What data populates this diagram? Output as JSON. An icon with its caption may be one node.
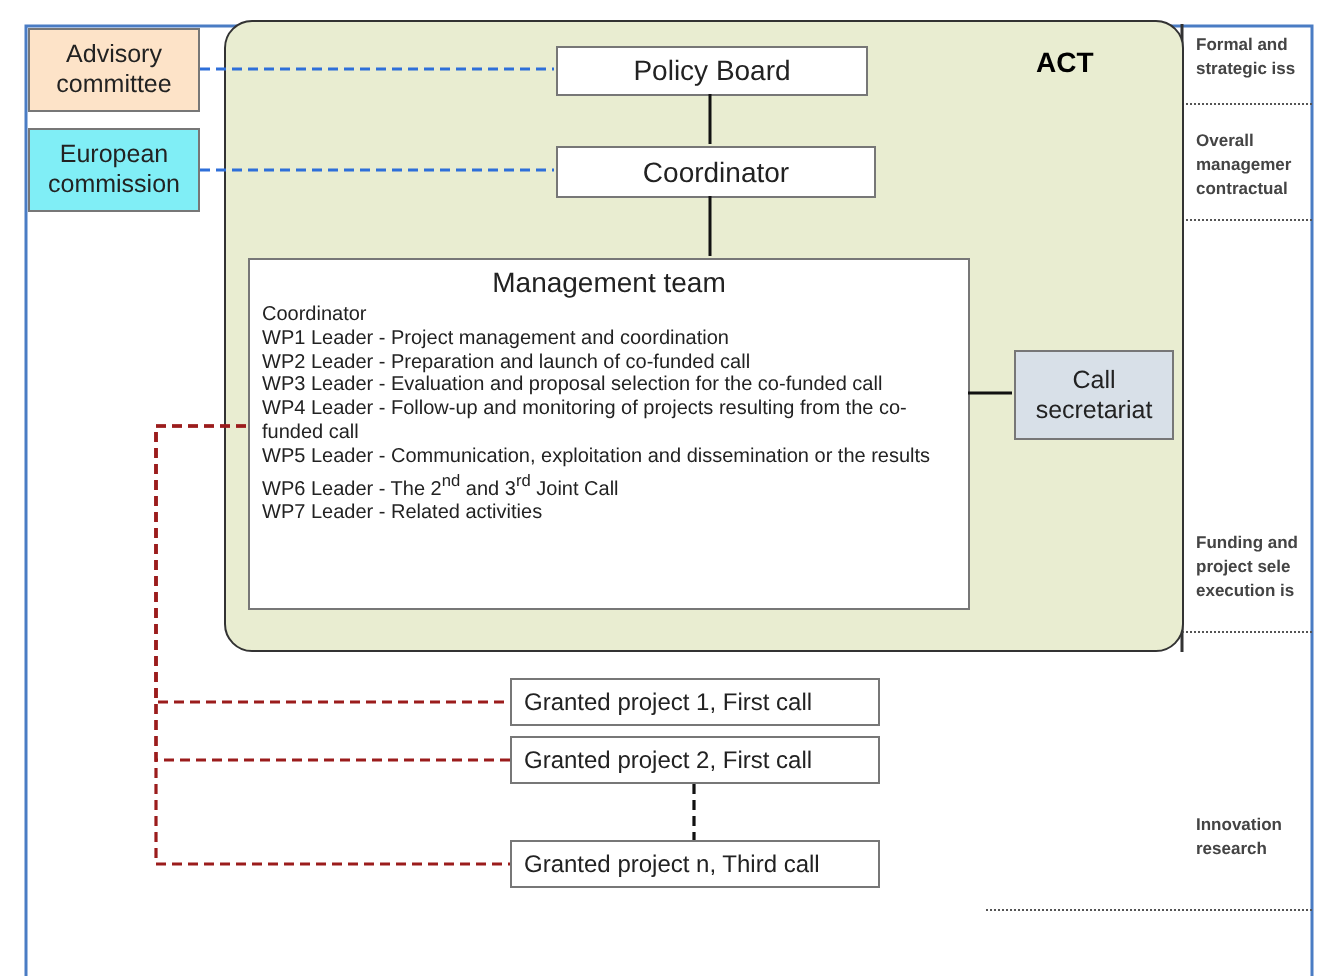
{
  "diagram": {
    "nodes": [
      {
        "text": [
          "Advisory committee"
        ]
      },
      {
        "text": [
          "European commission"
        ]
      },
      {
        "text": [
          "ACT"
        ]
      },
      {
        "text": [
          "Policy Board"
        ],
        "in": 2
      },
      {
        "text": [
          "Coordinator"
        ],
        "in": 2
      },
      {
        "text": [
          "Management team",
          "Coordinator",
          "WP1 Leader - Project management and coordination",
          "WP2 Leader - Preparation and launch of co-funded call",
          "WP3 Leader - Evaluation and proposal selection for the co-funded call",
          "WP4 Leader - Follow-up and monitoring of projects resulting from the co-funded call",
          "WP5 Leader - Communication, exploitation and dissemination or the results",
          "WP6 Leader - The 2$^{nd}$ and 3$^{rd}$ Joint Call",
          "WP7 Leader - Related activities"
        ],
        "in": 2
      },
      {
        "text": [
          "Call secretariat"
        ],
        "in": 2
      },
      {
        "text": [
          "Granted project 1, First call"
        ]
      },
      {
        "text": [
          "Granted project 2, First call"
        ]
      },
      {
        "text": [
          "Granted project n, Third call"
        ]
      }
    ],
    "edges": [
      {
        "from": 0,
        "to": 3,
        "arrow": "none",
        "style": "dashed",
        "color": "#2e6fd9"
      },
      {
        "from": 1,
        "to": 4,
        "arrow": "none",
        "style": "dashed",
        "color": "#2e6fd9"
      },
      {
        "from": 3,
        "to": 4,
        "arrow": "none"
      },
      {
        "from": 4,
        "to": 5,
        "arrow": "none"
      },
      {
        "from": 5,
        "to": 6,
        "arrow": "none"
      },
      {
        "from": 5,
        "to": 7,
        "arrow": "none",
        "style": "dashed",
        "color": "#9b1c1c"
      },
      {
        "from": 5,
        "to": 8,
        "arrow": "none",
        "style": "dashed",
        "color": "#9b1c1c"
      },
      {
        "from": 5,
        "to": 9,
        "arrow": "none",
        "style": "dashed",
        "color": "#9b1c1c"
      },
      {
        "from": 8,
        "to": 9,
        "arrow": "none",
        "style": "dashed",
        "color": "#111111"
      }
    ],
    "labels": [
      "Formal and strategic iss",
      "Overall managemer contractual",
      "Funding and project sele execution is",
      "Innovation research"
    ]
  }
}
